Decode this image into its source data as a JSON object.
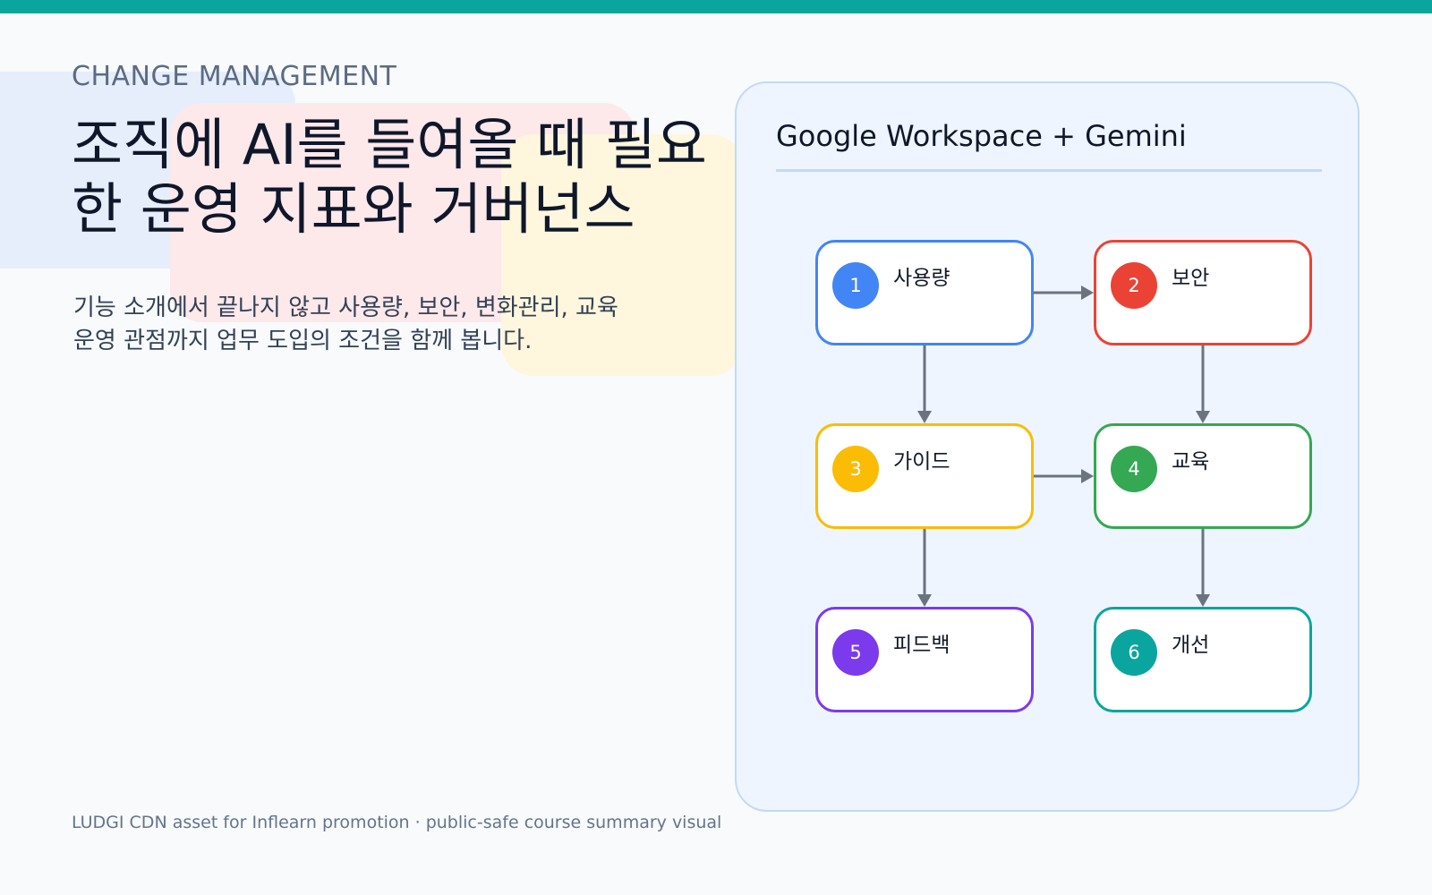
{
  "eyebrow": "CHANGE MANAGEMENT",
  "headline": "조직에 AI를 들여올 때 필요한 운영 지표와 거버넌스",
  "subtitle": "기능 소개에서 끝나지 않고 사용량, 보안, 변화관리, 교육 운영 관점까지 업무 도입의 조건을 함께 봅니다.",
  "footer": "LUDGI CDN asset for Inflearn promotion · public-safe course summary visual",
  "panel": {
    "title": "Google Workspace + Gemini"
  },
  "colors": {
    "accent_bar": "#0aa59f",
    "panel_bg": "#eef5ff",
    "panel_border": "#c3d9f7",
    "arrow": "#6b7280"
  },
  "nodes": [
    {
      "number": "1",
      "label": "사용량",
      "color": "#4285f4"
    },
    {
      "number": "2",
      "label": "보안",
      "color": "#ea4335"
    },
    {
      "number": "3",
      "label": "가이드",
      "color": "#fbbc05"
    },
    {
      "number": "4",
      "label": "교육",
      "color": "#34a853"
    },
    {
      "number": "5",
      "label": "피드백",
      "color": "#7c3aed"
    },
    {
      "number": "6",
      "label": "개선",
      "color": "#0aa59f"
    }
  ],
  "edges": [
    {
      "from": "1",
      "to": "2"
    },
    {
      "from": "1",
      "to": "3"
    },
    {
      "from": "2",
      "to": "4"
    },
    {
      "from": "3",
      "to": "4"
    },
    {
      "from": "3",
      "to": "5"
    },
    {
      "from": "4",
      "to": "6"
    }
  ]
}
